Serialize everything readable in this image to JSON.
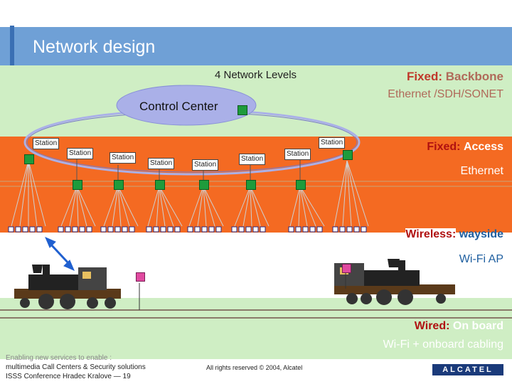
{
  "slide": {
    "title": "Network design",
    "levels_heading": "4 Network Levels",
    "control_center": "Control Center",
    "station_label": "Station"
  },
  "labels": {
    "backbone": {
      "key": "Fixed:",
      "value": "Backbone",
      "line2": "Ethernet /SDH/SONET"
    },
    "access": {
      "key": "Fixed:",
      "value": "Access",
      "line2": "Ethernet"
    },
    "wireless": {
      "key": "Wireless:",
      "value": "wayside",
      "line2": "Wi-Fi AP"
    },
    "wired": {
      "key": "Wired:",
      "value": "On board",
      "line2": "Wi-Fi + onboard cabling"
    }
  },
  "footer": {
    "line0": "Enabling new services to enable :",
    "line1": "multimedia Call Centers & Security solutions",
    "line2": "ISSS Conference Hradec Kralove — 19",
    "copyright": "All rights reserved © 2004, Alcatel",
    "logo": "ALCATEL"
  },
  "colors": {
    "title_strip": "#6fa0d6",
    "green_band": "#cfeec4",
    "orange_band": "#f46a22",
    "node_green": "#1e9b3c",
    "ring_oval": "#aab0e8",
    "label_key": "#c0392b"
  }
}
